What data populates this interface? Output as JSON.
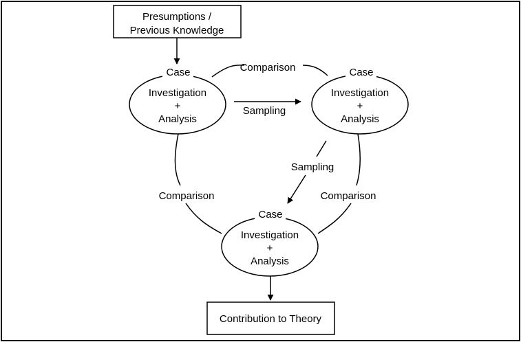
{
  "diagram": {
    "top_box": {
      "line1": "Presumptions /",
      "line2": "Previous Knowledge"
    },
    "bottom_box": {
      "label": "Contribution to Theory"
    },
    "cases": [
      {
        "tag": "Case",
        "line1": "Investigation",
        "line2": "+",
        "line3": "Analysis"
      },
      {
        "tag": "Case",
        "line1": "Investigation",
        "line2": "+",
        "line3": "Analysis"
      },
      {
        "tag": "Case",
        "line1": "Investigation",
        "line2": "+",
        "line3": "Analysis"
      }
    ],
    "edges": {
      "top_comparison": "Comparison",
      "top_sampling": "Sampling",
      "diag_sampling": "Sampling",
      "left_comparison": "Comparison",
      "right_comparison": "Comparison"
    },
    "colors": {
      "stroke": "#000000",
      "background": "#ffffff"
    }
  }
}
